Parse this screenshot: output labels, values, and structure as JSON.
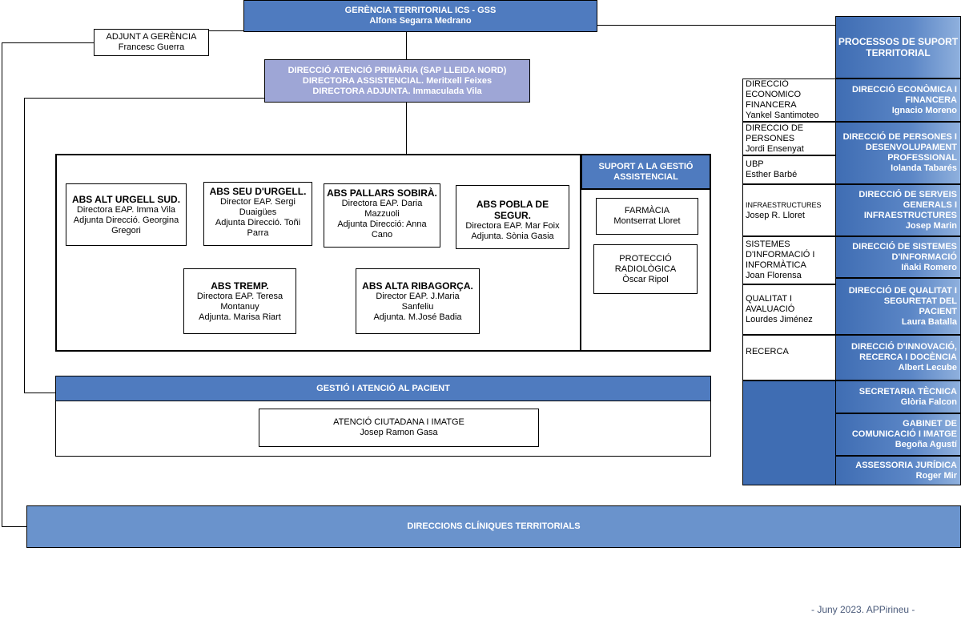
{
  "top": {
    "title": "GERÈNCIA TERRITORIAL ICS - GSS",
    "name": "Alfons Segarra Medrano"
  },
  "adjunt": {
    "title": "ADJUNT A GERÈNCIA",
    "name": "Francesc Guerra"
  },
  "direccio": {
    "line1": "DIRECCIÓ ATENCIÓ PRIMÀRIA (SAP LLEIDA NORD)",
    "line2": "DIRECTORA ASSISTENCIAL. Meritxell Feixes",
    "line3": "DIRECTORA ADJUNTA. Immaculada Vila"
  },
  "abs": [
    {
      "title": "ABS ALT URGELL SUD.",
      "l1": "Directora EAP. Imma Vila",
      "l2": "Adjunta Direcció. Georgina",
      "l3": "Gregori"
    },
    {
      "title": "ABS SEU D'URGELL.",
      "l1": "Director EAP. Sergi",
      "l2": "Duaigües",
      "l3": "Adjunta Direcció. Toñi",
      "l4": "Parra"
    },
    {
      "title": "ABS PALLARS SOBIRÀ.",
      "l1": "Directora EAP. Daria",
      "l2": "Mazzuoli",
      "l3": "Adjunta Direcció: Anna",
      "l4": "Cano"
    },
    {
      "title": "ABS POBLA DE SEGUR.",
      "l1": "Directora EAP. Mar Foix",
      "l2": "Adjunta. Sònia Gasia"
    },
    {
      "title": "ABS TREMP.",
      "l1": "Directora EAP. Teresa",
      "l2": "Montanuy",
      "l3": "Adjunta. Marisa Riart"
    },
    {
      "title": "ABS ALTA RIBAGORÇA.",
      "l1": "Director EAP. J.Maria",
      "l2": "Sanfeliu",
      "l3": "Adjunta. M.José Badia"
    }
  ],
  "suport": {
    "title1": "SUPORT A LA GESTIÓ",
    "title2": "ASSISTENCIAL",
    "farmacia": {
      "title": "FARMÀCIA",
      "name": "Montserrat Lloret"
    },
    "proteccio": {
      "l1": "PROTECCIÓ",
      "l2": "RADIOLÒGICA",
      "name": "Òscar Ripol"
    }
  },
  "gestio": {
    "title": "GESTIÓ I ATENCIÓ AL PACIENT",
    "sub": {
      "title": "ATENCIÓ CIUTADANA I IMATGE",
      "name": "Josep Ramon Gasa"
    }
  },
  "clinic": {
    "title": "DIRECCIONS CLÍNIQUES TERRITORIALS"
  },
  "processos": {
    "l1": "PROCESSOS DE SUPORT",
    "l2": "TERRITORIAL"
  },
  "left_col": [
    {
      "l1": "DIRECCIÓ",
      "l2": "ECONOMICO",
      "l3": "FINANCERA",
      "l4": "Yankel Santimoteo"
    },
    {
      "l1": "DIRECCIO DE",
      "l2": "PERSONES",
      "l3": "Jordi Ensenyat"
    },
    {
      "l1": "UBP",
      "l2": "Esther Barbé"
    },
    {
      "l1": "INFRAESTRUCTURES",
      "l2": "Josep R. Lloret"
    },
    {
      "l1": "SISTEMES",
      "l2": "D'INFORMACIÓ I",
      "l3": "INFORMÀTICA",
      "l4": "Joan Florensa"
    },
    {
      "l1": "QUALITAT I",
      "l2": "AVALUACIÓ",
      "l3": "Lourdes Jiménez"
    },
    {
      "l1": "RECERCA"
    }
  ],
  "right_col": [
    {
      "l1": "DIRECCIÓ ECONÒMICA I",
      "l2": "FINANCERA",
      "name": "Ignacio Moreno"
    },
    {
      "l1": "DIRECCIÓ DE PERSONES I",
      "l2": "DESENVOLUPAMENT",
      "l3": "PROFESSIONAL",
      "name": "Iolanda Tabarés"
    },
    {
      "l1": "DIRECCIÓ DE SERVEIS",
      "l2": "GENERALS I",
      "l3": "INFRAESTRUCTURES",
      "name": "Josep Marin"
    },
    {
      "l1": "DIRECCIÓ DE SISTEMES",
      "l2": "D'INFORMACIÓ",
      "name": "Iñaki Romero"
    },
    {
      "l1": "DIRECCIÓ DE QUALITAT I",
      "l2": "SEGURETAT DEL",
      "l3": "PACIENT",
      "name": "Laura Batalla"
    },
    {
      "l1": "DIRECCIÓ D'INNOVACIÓ,",
      "l2": "RECERCA I DOCÈNCIA",
      "name": "Albert Lecube"
    },
    {
      "l1": "SECRETARIA TÈCNICA",
      "name": "Glòria Falcon"
    },
    {
      "l1": "GABINET DE",
      "l2": "COMUNICACIÓ I IMATGE",
      "name": "Begoña Agustí"
    },
    {
      "l1": "ASSESSORIA JURÍDICA",
      "name": "Roger Mir"
    }
  ],
  "footer": "- Juny 2023. APPirineu -",
  "colors": {
    "box_blue": "#4f7bbf",
    "direccio_lilac": "#9ea6d6"
  }
}
